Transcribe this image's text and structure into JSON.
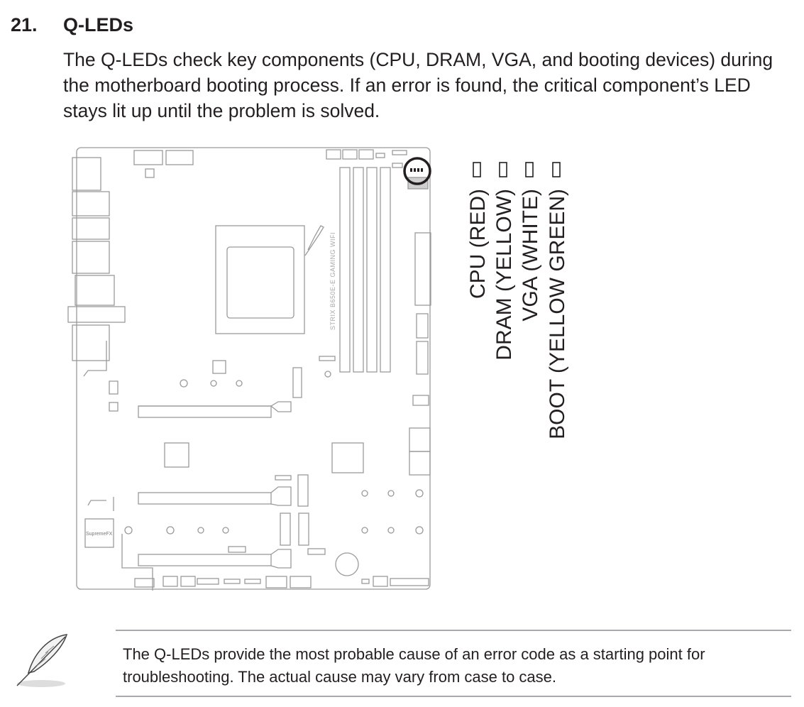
{
  "section": {
    "number": "21.",
    "title": "Q-LEDs",
    "body_lines": [
      "The Q-LEDs check key components (CPU, DRAM, VGA, and booting devices) during",
      "the motherboard booting process. If an error is found, the critical component’s LED",
      "stays lit up until the problem is solved."
    ]
  },
  "figure": {
    "board_model": "STRIX B650E-E GAMING WIFI",
    "audio_chip": "SupremeFX",
    "leds": [
      {
        "label": "CPU (RED)",
        "color": "#e00000"
      },
      {
        "label": "DRAM (YELLOW)",
        "color": "#f0c000"
      },
      {
        "label": "VGA (WHITE)",
        "color": "#ffffff"
      },
      {
        "label": "BOOT (YELLOW GREEN)",
        "color": "#9acd32"
      }
    ]
  },
  "note": {
    "icon": "feather-pen-icon",
    "lines": [
      "The Q-LEDs provide the most probable cause of an error code as a starting point for",
      "troubleshooting. The actual cause may vary from case to case."
    ]
  }
}
